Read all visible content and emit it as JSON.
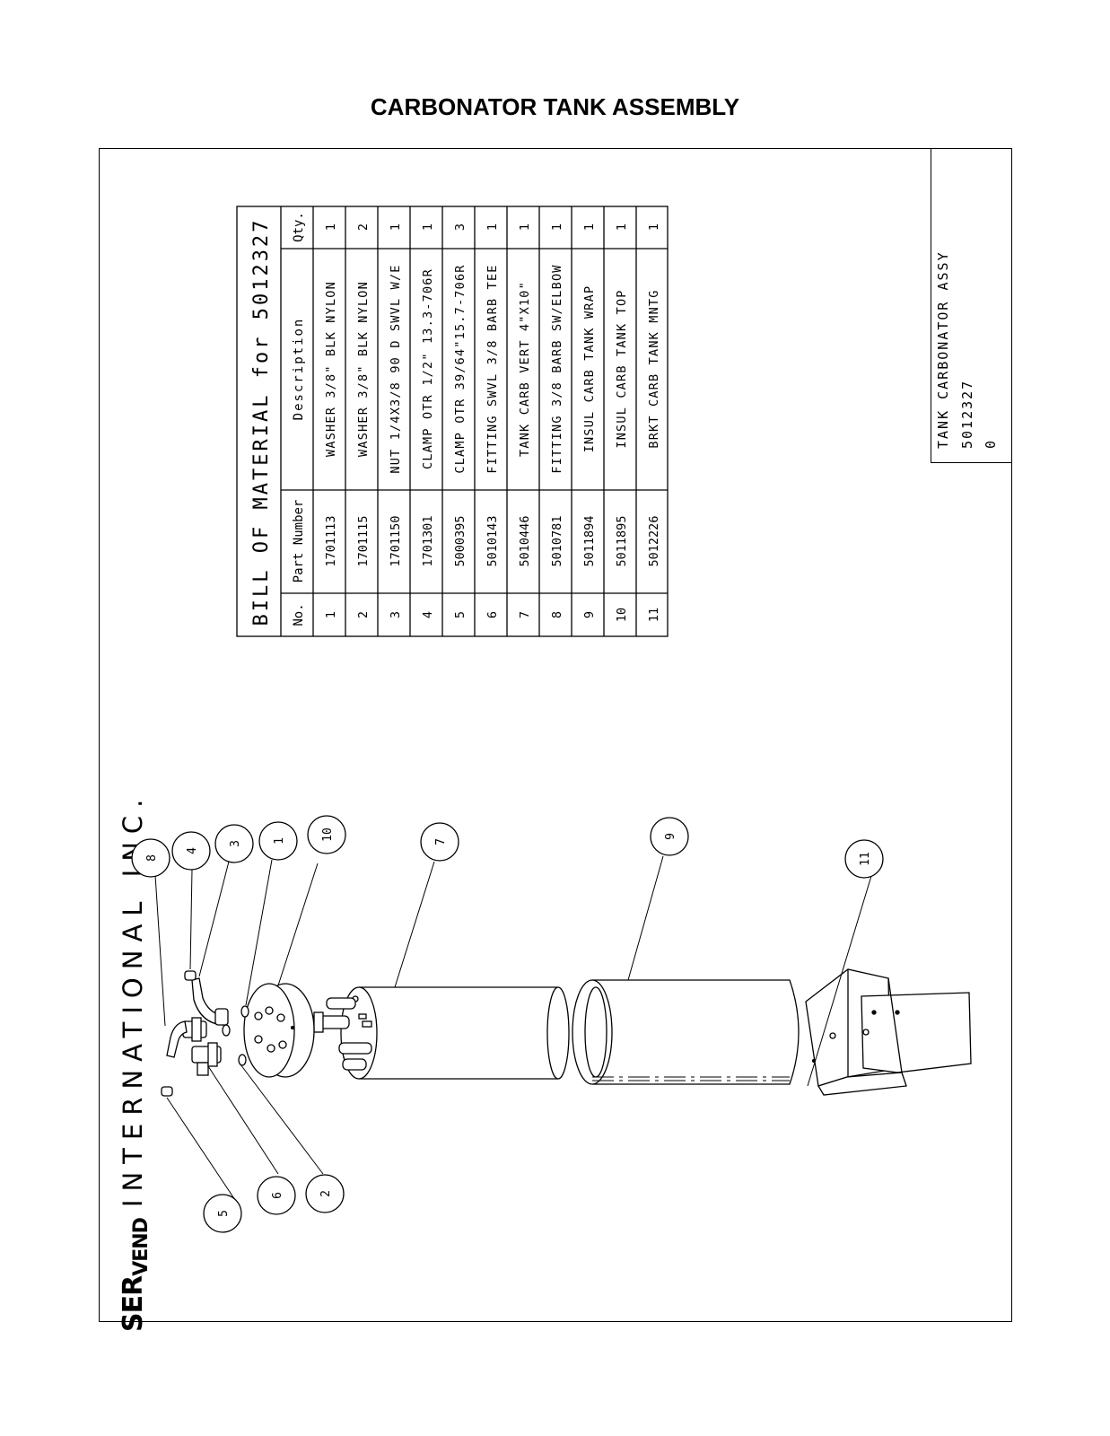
{
  "page_title": "CARBONATOR TANK ASSEMBLY",
  "company": {
    "brand_a": "SER",
    "brand_b": "VEND",
    "rest": "INTERNATIONAL INC."
  },
  "title_block": {
    "name": "TANK CARBONATOR ASSY",
    "number": "5012327",
    "rev": "0"
  },
  "bom": {
    "title": "BILL OF MATERIAL for 5012327",
    "headers": {
      "no": "No.",
      "part": "Part Number",
      "desc": "Description",
      "qty": "Qty."
    },
    "rows": [
      {
        "no": "1",
        "part": "1701113",
        "desc": "WASHER 3/8\" BLK NYLON",
        "qty": "1"
      },
      {
        "no": "2",
        "part": "1701115",
        "desc": "WASHER 3/8\" BLK NYLON",
        "qty": "2"
      },
      {
        "no": "3",
        "part": "1701150",
        "desc": "NUT 1/4X3/8 90 D SWVL W/E",
        "qty": "1"
      },
      {
        "no": "4",
        "part": "1701301",
        "desc": "CLAMP OTR 1/2\" 13.3-706R",
        "qty": "1"
      },
      {
        "no": "5",
        "part": "5000395",
        "desc": "CLAMP OTR 39/64\"15.7-706R",
        "qty": "3"
      },
      {
        "no": "6",
        "part": "5010143",
        "desc": "FITTING SWVL 3/8 BARB TEE",
        "qty": "1"
      },
      {
        "no": "7",
        "part": "5010446",
        "desc": "TANK CARB VERT 4\"X10\"",
        "qty": "1"
      },
      {
        "no": "8",
        "part": "5010781",
        "desc": "FITTING 3/8 BARB SW/ELBOW",
        "qty": "1"
      },
      {
        "no": "9",
        "part": "5011894",
        "desc": "INSUL CARB TANK WRAP",
        "qty": "1"
      },
      {
        "no": "10",
        "part": "5011895",
        "desc": "INSUL CARB TANK TOP",
        "qty": "1"
      },
      {
        "no": "11",
        "part": "5012226",
        "desc": "BRKT CARB TANK MNTG",
        "qty": "1"
      }
    ]
  },
  "callouts": [
    "8",
    "4",
    "3",
    "1",
    "10",
    "7",
    "9",
    "11",
    "5",
    "6",
    "2"
  ]
}
